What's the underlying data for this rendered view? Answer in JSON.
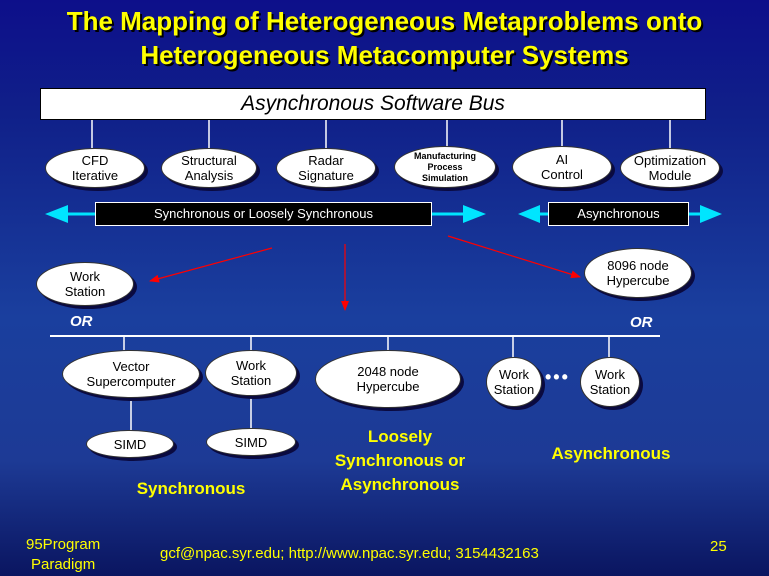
{
  "title": {
    "line1": "The Mapping of Heterogeneous Metaproblems onto",
    "line2": "Heterogeneous Metacomputer Systems"
  },
  "bus": {
    "label": "Asynchronous Software Bus"
  },
  "apps": [
    {
      "line1": "CFD",
      "line2": "Iterative"
    },
    {
      "line1": "Structural",
      "line2": "Analysis"
    },
    {
      "line1": "Radar",
      "line2": "Signature"
    },
    {
      "line1": "Manufacturing",
      "line2": "Process",
      "line3": "Simulation"
    },
    {
      "line1": "AI",
      "line2": "Control"
    },
    {
      "line1": "Optimization",
      "line2": "Module"
    }
  ],
  "bands": {
    "sync": "Synchronous or Loosely Synchronous",
    "async": "Asynchronous"
  },
  "machines": {
    "ws_top": {
      "line1": "Work",
      "line2": "Station"
    },
    "hypercube_8096": {
      "line1": "8096 node",
      "line2": "Hypercube"
    },
    "vector": {
      "line1": "Vector",
      "line2": "Supercomputer"
    },
    "ws_mid": {
      "line1": "Work",
      "line2": "Station"
    },
    "hypercube_2048": {
      "line1": "2048 node",
      "line2": "Hypercube"
    },
    "ws_right1": {
      "line1": "Work",
      "line2": "Station"
    },
    "ws_right2": {
      "line1": "Work",
      "line2": "Station"
    },
    "simd1": "SIMD",
    "simd2": "SIMD"
  },
  "or_left": "OR",
  "or_right": "OR",
  "dots": "•••",
  "labels": {
    "synchronous": "Synchronous",
    "loosely": {
      "line1": "Loosely",
      "line2": "Synchronous or",
      "line3": "Asynchronous"
    },
    "asynchronous": "Asynchronous"
  },
  "footer": {
    "left_line1": "95Program",
    "left_line2": "Paradigm",
    "contact": "gcf@npac.syr.edu; http://www.npac.syr.edu; 3154432163",
    "page": "25"
  },
  "colors": {
    "title": "#ffff00",
    "arrow_cyan": "#00e5ff",
    "arrow_red": "#ff0000"
  }
}
